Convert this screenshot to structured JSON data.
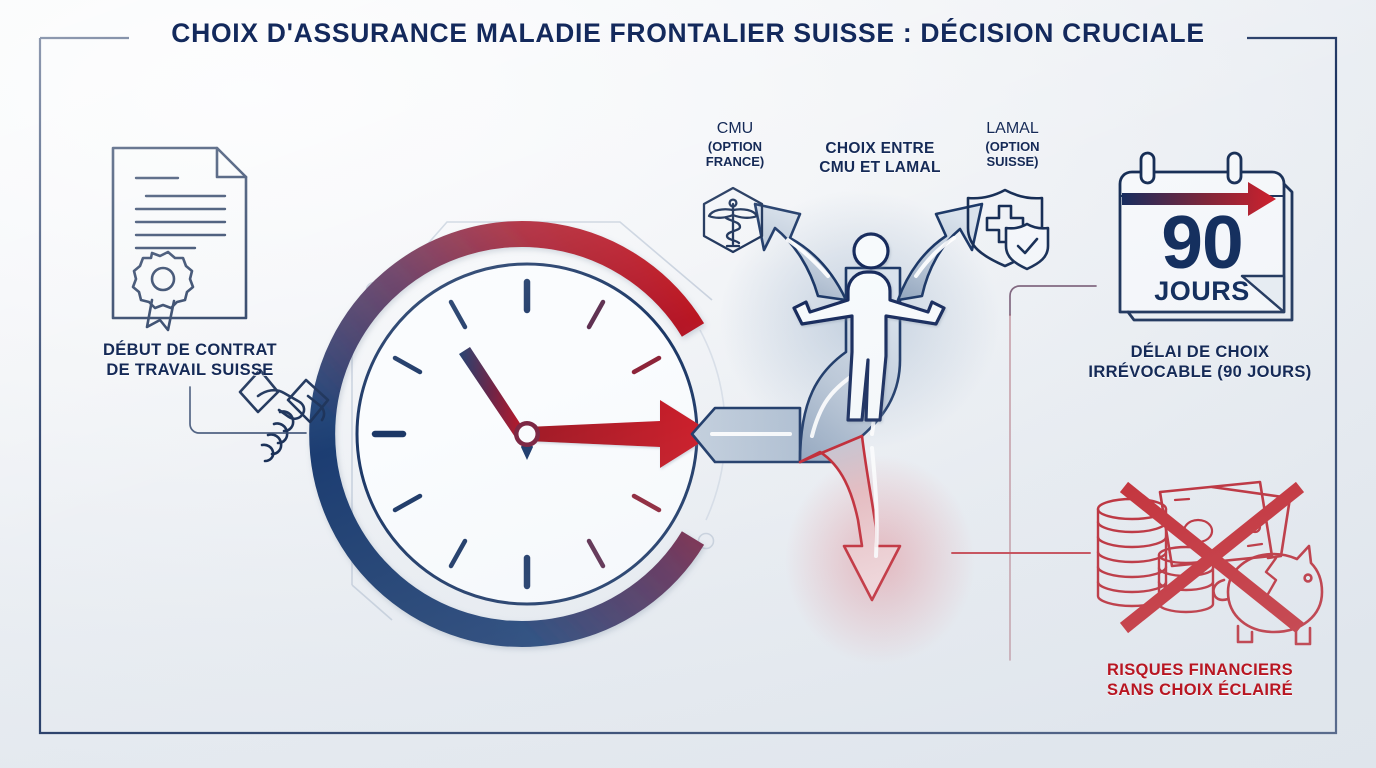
{
  "page": {
    "title": "CHOIX D'ASSURANCE MALADIE FRONTALIER SUISSE : DÉCISION CRUCIALE",
    "background_color": "#eef1f5",
    "navy": "#152a57",
    "red": "#b81622",
    "frame_color": "#1d3461"
  },
  "labels": {
    "contract": {
      "line1": "DÉBUT DE CONTRAT",
      "line2": "DE TRAVAIL SUISSE"
    },
    "delay": {
      "line1": "DÉLAI DE CHOIX",
      "line2": "IRRÉVOCABLE (90 JOURS)"
    },
    "risk": {
      "line1": "RISQUES FINANCIERS",
      "line2": "SANS CHOIX ÉCLAIRÉ"
    },
    "cmu": {
      "name": "CMU",
      "line1": "(OPTION",
      "line2": "FRANCE)"
    },
    "lamal": {
      "name": "LAMAL",
      "line1": "(OPTION",
      "line2": "SUISSE)"
    },
    "choice": {
      "line1": "CHOIX ENTRE",
      "line2": "CMU ET LAMAL"
    }
  },
  "calendar": {
    "number": "90",
    "unit": "JOURS"
  },
  "icons": {
    "contract": "contract-handshake-icon",
    "cmu": "caduceus-hexagon-icon",
    "lamal": "shield-cross-icon",
    "calendar": "calendar-90-days-icon",
    "risk": "money-crossed-out-icon",
    "clock": "clock-deadline-icon",
    "person": "person-at-crossroads-icon",
    "fork": "three-way-arrow-fork-icon"
  }
}
